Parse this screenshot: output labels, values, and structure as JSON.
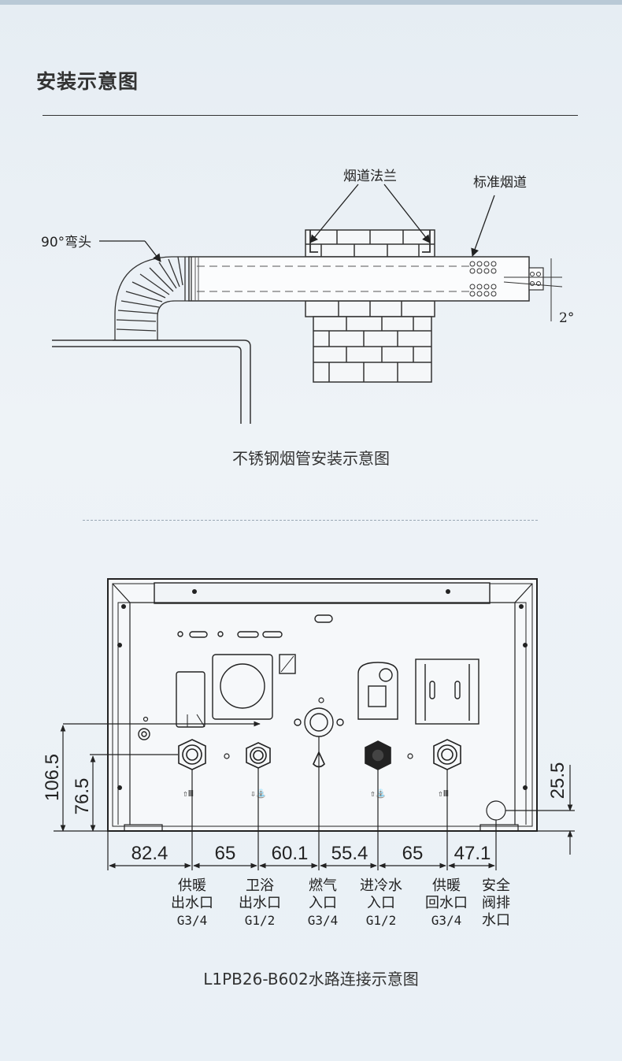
{
  "page": {
    "title": "安装示意图"
  },
  "flue_diagram": {
    "labels": {
      "flange": "烟道法兰",
      "standard_flue": "标准烟道",
      "elbow": "90°弯头",
      "angle": "2°"
    },
    "caption": "不锈钢烟管安装示意图"
  },
  "water_diagram": {
    "dimensions": {
      "left_heights": [
        "106.5",
        "76.5"
      ],
      "right_height": "25.5",
      "spacings": [
        "82.4",
        "65",
        "60.1",
        "55.4",
        "65",
        "47.1"
      ]
    },
    "ports": [
      {
        "name": "供暖",
        "line2": "出水口",
        "size": "G3/4"
      },
      {
        "name": "卫浴",
        "line2": "出水口",
        "size": "G1/2"
      },
      {
        "name": "燃气",
        "line2": "入口",
        "size": "G3/4"
      },
      {
        "name": "进冷水",
        "line2": "入口",
        "size": "G1/2"
      },
      {
        "name": "供暖",
        "line2": "回水口",
        "size": "G3/4"
      },
      {
        "name": "安全",
        "line2": "阀排",
        "size": "水口"
      }
    ],
    "caption": "L1PB26-B602水路连接示意图"
  }
}
